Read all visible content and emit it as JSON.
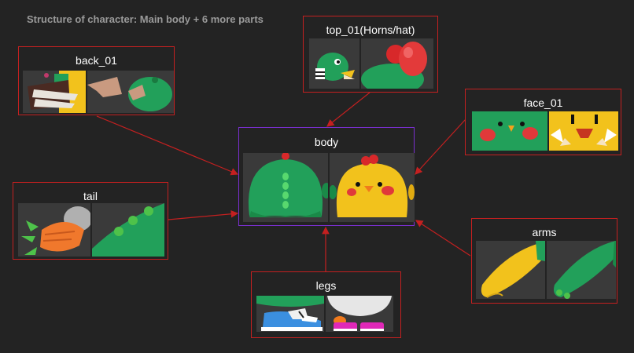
{
  "title": "Structure of character: Main body + 6 more parts",
  "nodes": {
    "top": "top_01(Horns/hat)",
    "back": "back_01",
    "face": "face_01",
    "body": "body",
    "tail": "tail",
    "arms": "arms",
    "legs": "legs"
  },
  "colors": {
    "background": "#232323",
    "box_border": "#c42020",
    "body_border": "#7a2fd0",
    "arrow": "#c42020",
    "dino_green": "#22a05a",
    "chicken_yellow": "#f2c21c",
    "cheek_red": "#e0393a"
  }
}
